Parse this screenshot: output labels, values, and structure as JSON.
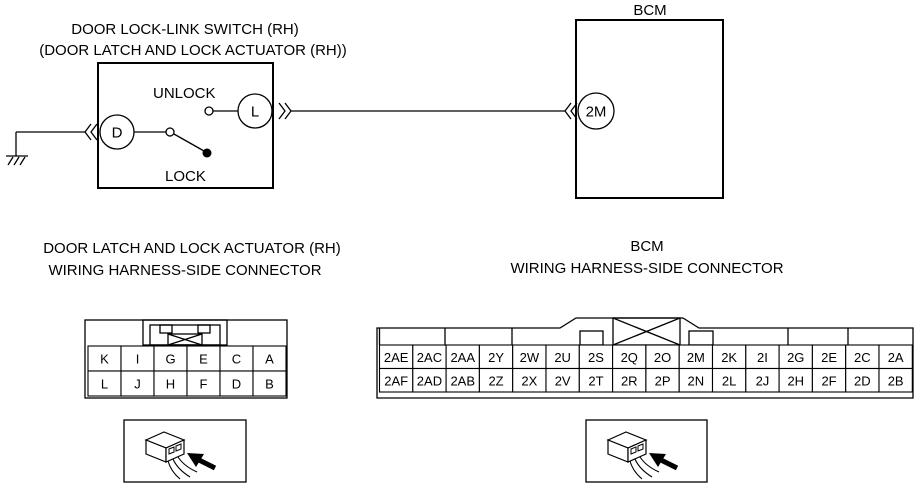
{
  "switch": {
    "title_line1": "DOOR LOCK-LINK SWITCH (RH)",
    "title_line2": "(DOOR LATCH AND LOCK ACTUATOR (RH))",
    "terminal_d": "D",
    "terminal_l": "L",
    "unlock_label": "UNLOCK",
    "lock_label": "LOCK"
  },
  "bcm": {
    "title": "BCM",
    "terminal": "2M"
  },
  "actuator_connector": {
    "title_line1": "DOOR LATCH AND LOCK ACTUATOR (RH)",
    "title_line2": "WIRING HARNESS-SIDE CONNECTOR",
    "rows": [
      [
        "K",
        "I",
        "G",
        "E",
        "C",
        "A"
      ],
      [
        "L",
        "J",
        "H",
        "F",
        "D",
        "B"
      ]
    ]
  },
  "bcm_connector": {
    "title_line1": "BCM",
    "title_line2": "WIRING HARNESS-SIDE CONNECTOR",
    "rows": [
      [
        "2AE",
        "2AC",
        "2AA",
        "2Y",
        "2W",
        "2U",
        "2S",
        "2Q",
        "2O",
        "2M",
        "2K",
        "2I",
        "2G",
        "2E",
        "2C",
        "2A"
      ],
      [
        "2AF",
        "2AD",
        "2AB",
        "2Z",
        "2X",
        "2V",
        "2T",
        "2R",
        "2P",
        "2N",
        "2L",
        "2J",
        "2H",
        "2F",
        "2D",
        "2B"
      ]
    ]
  },
  "icons": {
    "ground": "ground-icon",
    "connector_view": "connector-view-icon"
  }
}
